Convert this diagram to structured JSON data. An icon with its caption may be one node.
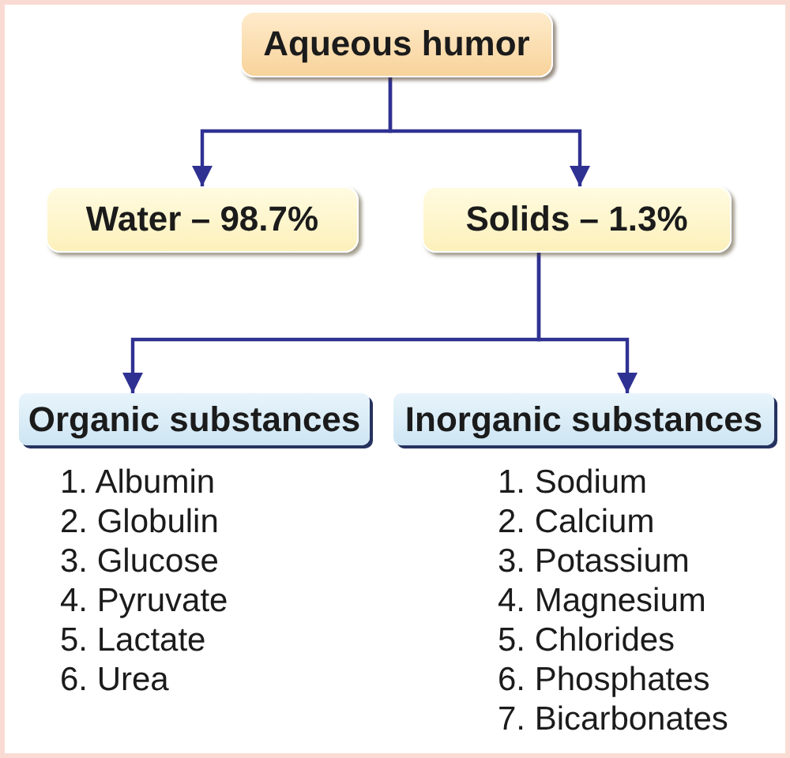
{
  "diagram": {
    "nodes": [
      {
        "text": [
          "Aqueous humor"
        ]
      },
      {
        "text": [
          "Water – 98.7%"
        ]
      },
      {
        "text": [
          "Solids – 1.3%"
        ]
      },
      {
        "text": [
          "Organic substances"
        ],
        "beside": [
          "1. Albumin",
          "2. Globulin",
          "3. Glucose",
          "4. Pyruvate",
          "5. Lactate",
          "6. Urea"
        ]
      },
      {
        "text": [
          "Inorganic substances"
        ],
        "beside": [
          "1. Sodium",
          "2. Calcium",
          "3. Potassium",
          "4. Magnesium",
          "5. Chlorides",
          "6. Phosphates",
          "7. Bicarbonates"
        ]
      }
    ],
    "edges": [
      {
        "from": 0,
        "to": 1,
        "arrow": "to"
      },
      {
        "from": 0,
        "to": 2,
        "arrow": "to"
      },
      {
        "from": 2,
        "to": 3,
        "arrow": "to"
      },
      {
        "from": 2,
        "to": 4,
        "arrow": "to"
      }
    ]
  }
}
